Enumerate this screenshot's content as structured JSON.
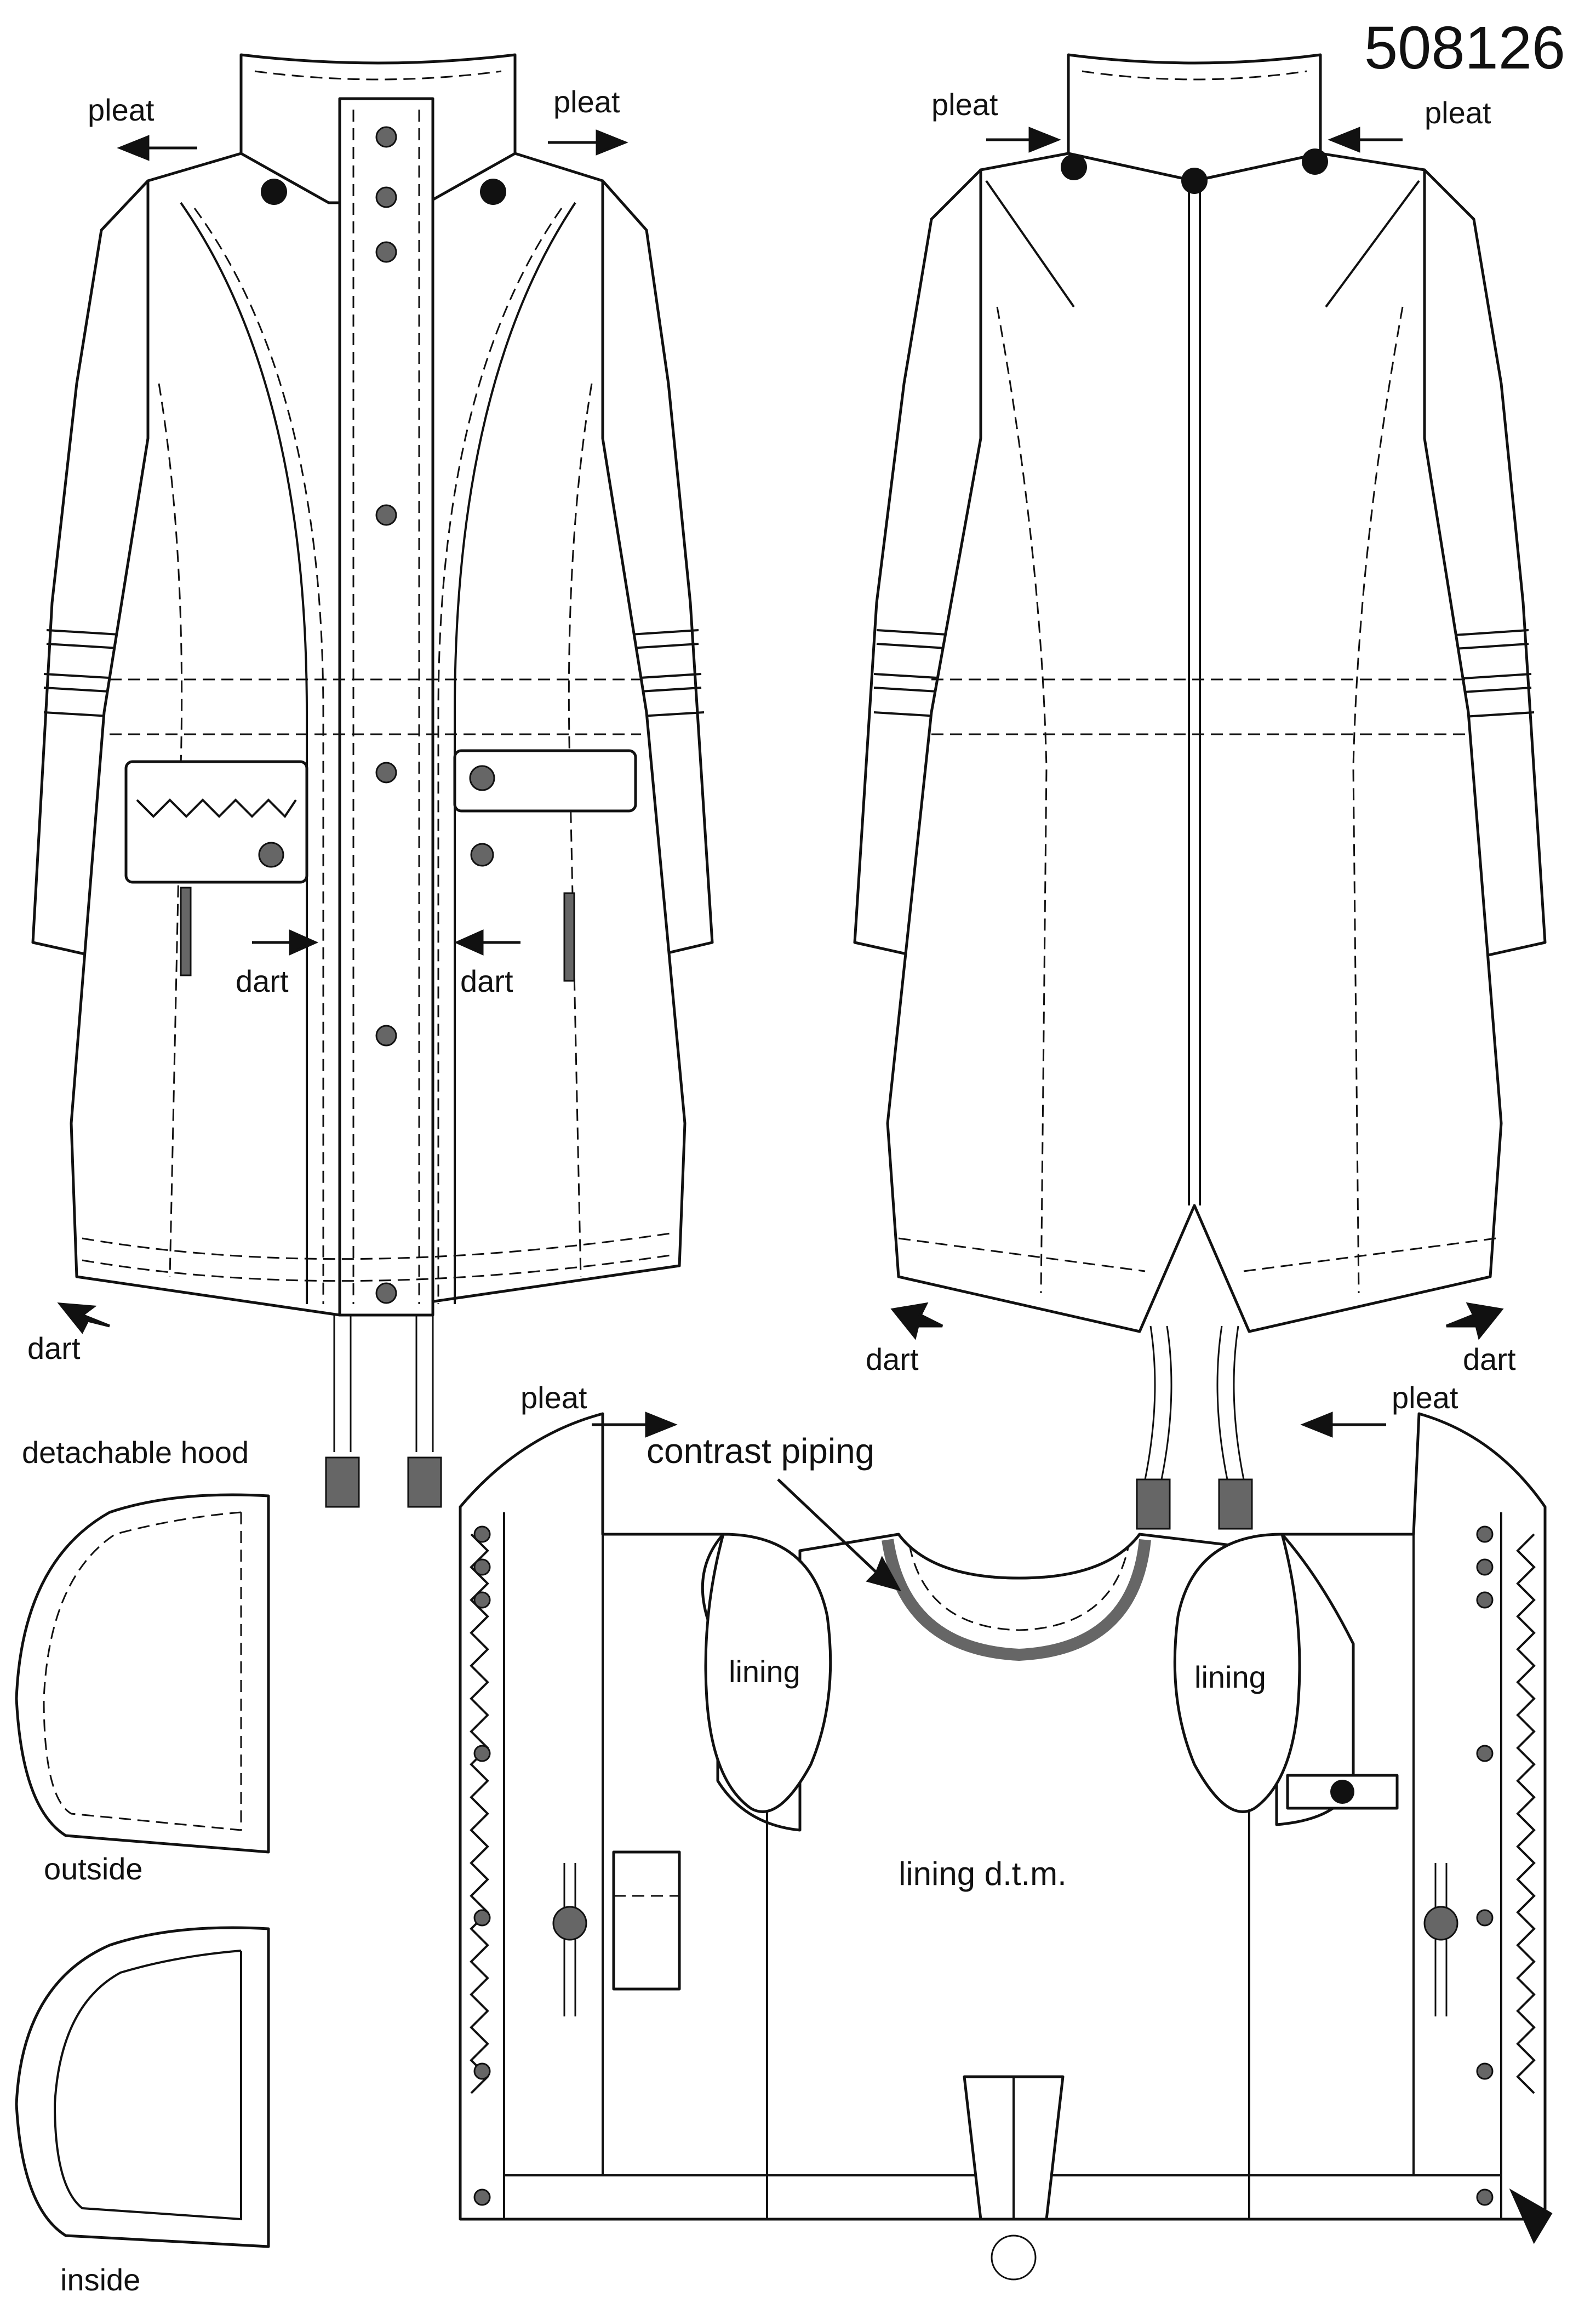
{
  "style_number": "508126",
  "labels": {
    "pleat": "pleat",
    "dart": "dart",
    "detachable_hood": "detachable hood",
    "outside": "outside",
    "inside": "inside",
    "contrast_piping": "contrast piping",
    "lining": "lining",
    "lining_dtm": "lining d.t.m."
  },
  "colors": {
    "ink": "#111111",
    "button_grey": "#666666",
    "paper": "#ffffff"
  }
}
